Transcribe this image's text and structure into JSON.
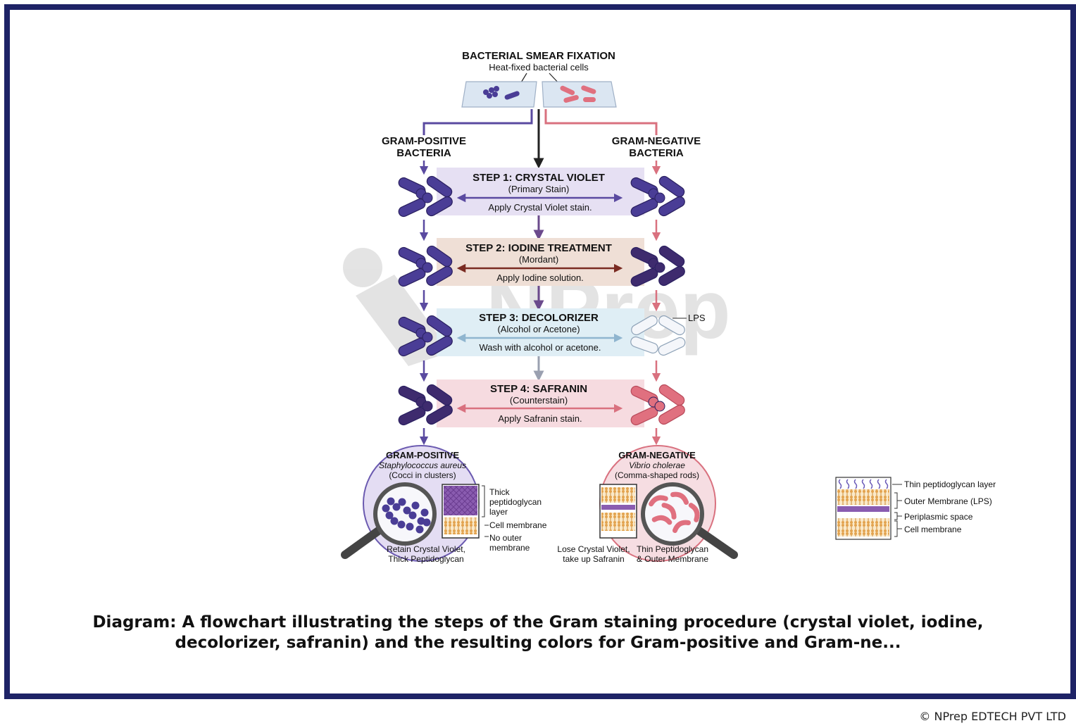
{
  "header": {
    "title": "BACTERIAL SMEAR FIXATION",
    "subtitle": "Heat-fixed bacterial cells"
  },
  "columns": {
    "positive": {
      "line1": "GRAM-POSITIVE",
      "line2": "BACTERIA"
    },
    "negative": {
      "line1": "GRAM-NEGATIVE",
      "line2": "BACTERIA"
    }
  },
  "steps": [
    {
      "title": "STEP 1: CRYSTAL VIOLET",
      "sub": "(Primary Stain)",
      "action": "Apply Crystal Violet stain.",
      "color": "#e6e0f3",
      "arrow": "#5a4aa0"
    },
    {
      "title": "STEP 2: IODINE TREATMENT",
      "sub": "(Mordant)",
      "action": "Apply Iodine solution.",
      "color": "#efdfd6",
      "arrow": "#7a2b22"
    },
    {
      "title": "STEP 3: DECOLORIZER",
      "sub": "(Alcohol or Acetone)",
      "action": "Wash with alcohol or acetone.",
      "color": "#dfeef5",
      "arrow": "#8fb5cf"
    },
    {
      "title": "STEP 4: SAFRANIN",
      "sub": "(Counterstain)",
      "action": "Apply Safranin stain.",
      "color": "#f6dbe0",
      "arrow": "#d9717f"
    }
  ],
  "lps_label": "LPS",
  "result_positive": {
    "title": "GRAM-POSITIVE",
    "species": "Staphylococcus aureus",
    "shape": "(Cocci in clusters)",
    "note_line1": "Retain Crystal Violet,",
    "note_line2": "Thick Peptidoglycan",
    "labels": [
      "Thick",
      "peptidoglycan",
      "layer",
      "Cell membrane",
      "No outer",
      "membrane"
    ]
  },
  "result_negative": {
    "title": "GRAM-NEGATIVE",
    "species": "Vibrio cholerae",
    "shape": "(Comma-shaped rods)",
    "note_a_line1": "Lose Crystal Violet,",
    "note_a_line2": "take up Safranin",
    "note_b_line1": "Thin Peptidoglycan",
    "note_b_line2": "& Outer Membrane"
  },
  "legend": {
    "items": [
      "Thin peptidoglycan layer",
      "Outer Membrane (LPS)",
      "Periplasmic space",
      "Cell membrane"
    ]
  },
  "watermark": "NPrep",
  "caption": "Diagram: A flowchart illustrating the steps of the Gram staining procedure (crystal violet, iodine, decolorizer, safranin) and the resulting colors for Gram-positive and Gram-ne...",
  "copyright": "© NPrep EDTECH PVT LTD",
  "colors": {
    "frame": "#1e2366",
    "positive": "#5a4aa0",
    "negative": "#d9717f",
    "violet_cell": "#4a3d96",
    "pink_cell": "#e0707f",
    "dark_cell": "#3e2b6e"
  }
}
